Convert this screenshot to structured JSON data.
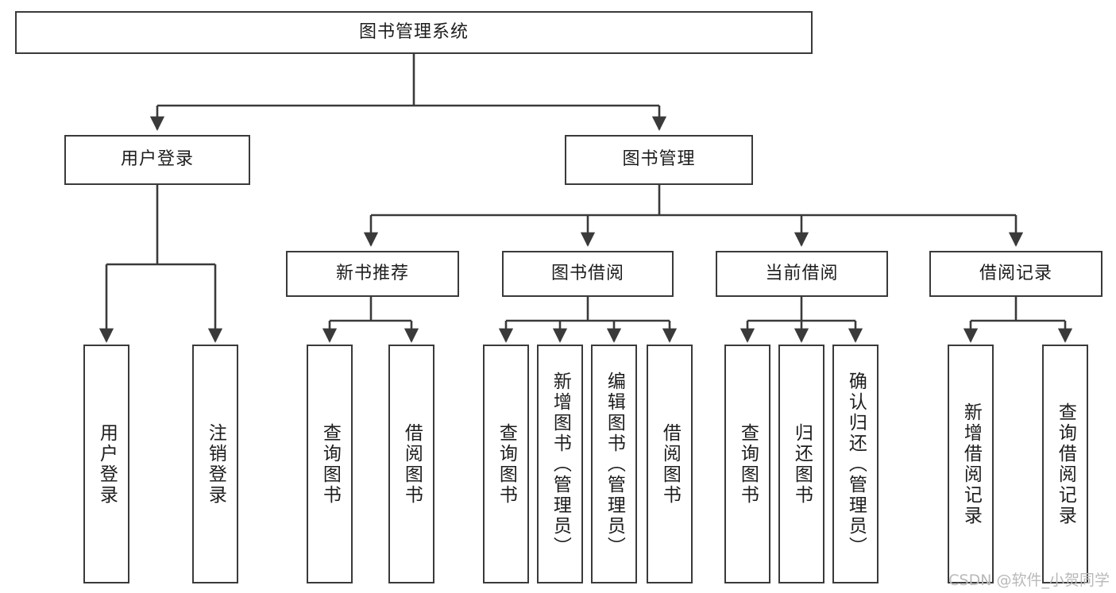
{
  "diagram": {
    "type": "tree-hierarchy",
    "title": "图书管理系统",
    "watermark": "CSDN @软件_小贺同学",
    "colors": {
      "box_border": "#3a3a3a",
      "box_fill": "#ffffff",
      "connector": "#3a3a3a",
      "text": "#1d1d1d",
      "watermark": "#b9b9b9",
      "background": "#ffffff"
    },
    "root": {
      "label": "图书管理系统"
    },
    "level2": [
      {
        "id": "user-login",
        "label": "用户登录"
      },
      {
        "id": "book-management",
        "label": "图书管理"
      }
    ],
    "level3": [
      {
        "id": "new-book-recommend",
        "label": "新书推荐",
        "parent": "book-management"
      },
      {
        "id": "book-borrow",
        "label": "图书借阅",
        "parent": "book-management"
      },
      {
        "id": "current-borrow",
        "label": "当前借阅",
        "parent": "book-management"
      },
      {
        "id": "borrow-record",
        "label": "借阅记录",
        "parent": "book-management"
      }
    ],
    "leaves": {
      "user-login": [
        {
          "id": "leaf-user-login",
          "label": "用户登录"
        },
        {
          "id": "leaf-user-logout",
          "label": "注销登录"
        }
      ],
      "new-book-recommend": [
        {
          "id": "leaf-query-book-1",
          "label": "查询图书"
        },
        {
          "id": "leaf-borrow-book-1",
          "label": "借阅图书"
        }
      ],
      "book-borrow": [
        {
          "id": "leaf-query-book-2",
          "label": "查询图书"
        },
        {
          "id": "leaf-add-book",
          "label": "新增图书（管理员）"
        },
        {
          "id": "leaf-edit-book",
          "label": "编辑图书（管理员）"
        },
        {
          "id": "leaf-borrow-book-2",
          "label": "借阅图书"
        }
      ],
      "current-borrow": [
        {
          "id": "leaf-query-book-3",
          "label": "查询图书"
        },
        {
          "id": "leaf-return-book",
          "label": "归还图书"
        },
        {
          "id": "leaf-confirm-return",
          "label": "确认归还（管理员）"
        }
      ],
      "borrow-record": [
        {
          "id": "leaf-add-record",
          "label": "新增借阅记录"
        },
        {
          "id": "leaf-query-record",
          "label": "查询借阅记录"
        }
      ]
    }
  }
}
